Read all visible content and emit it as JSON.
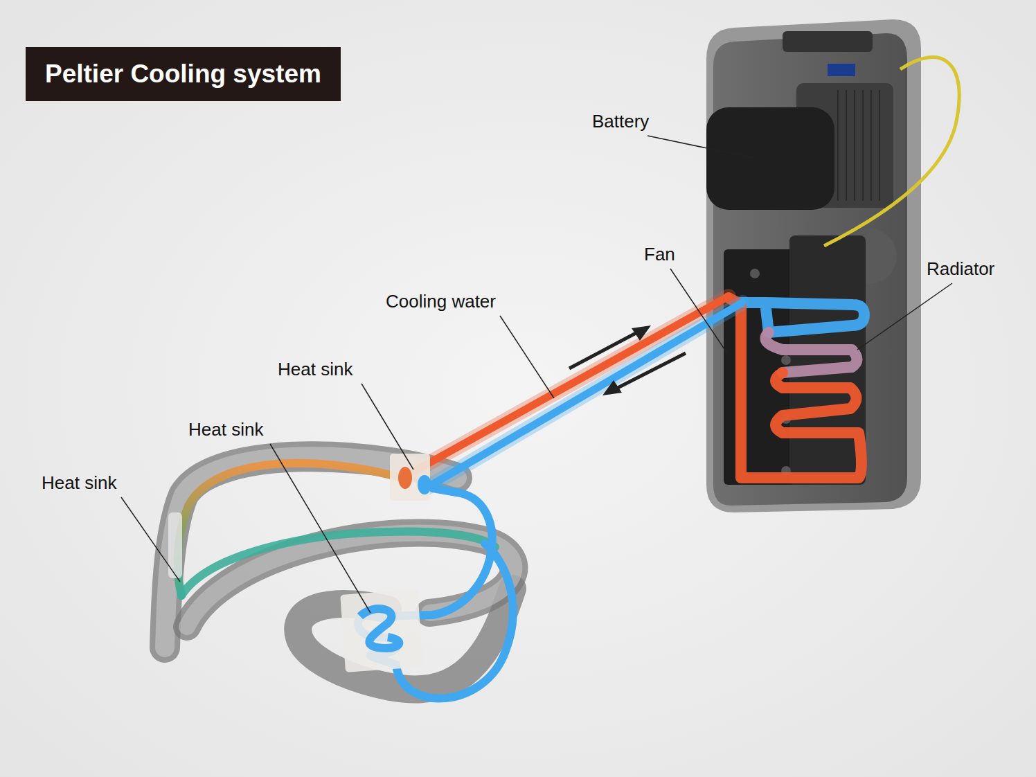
{
  "diagram": {
    "title": "Peltier Cooling system",
    "labels": [
      "Battery",
      "Fan",
      "Radiator",
      "Cooling water",
      "Heat sink",
      "Heat sink",
      "Heat sink"
    ]
  }
}
